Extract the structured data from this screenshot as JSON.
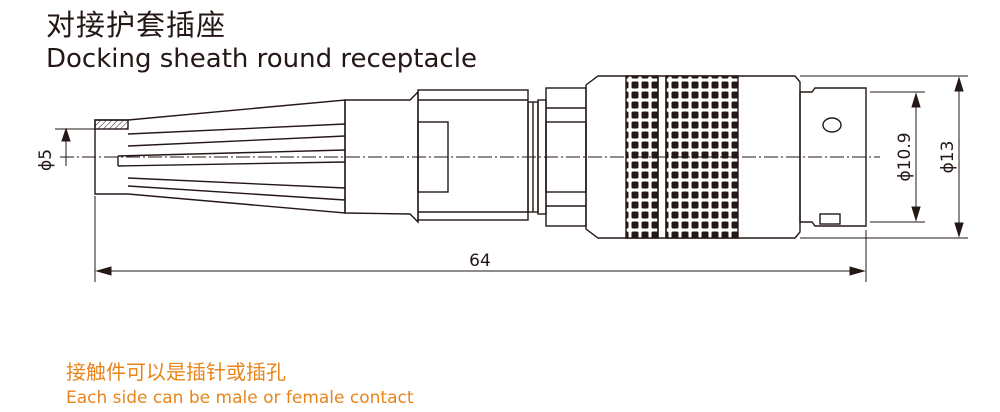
{
  "header": {
    "title_cn": "对接护套插座",
    "title_en": "Docking sheath round receptacle"
  },
  "dimensions": {
    "length": "64",
    "pin_dia": "ϕ5",
    "inner_dia": "ϕ10.9",
    "outer_dia": "ϕ13"
  },
  "note": {
    "cn": "接触件可以是插针或插孔",
    "en": "Each side can be male or female contact"
  },
  "colors": {
    "line": "#231815",
    "note": "#e8841a"
  }
}
